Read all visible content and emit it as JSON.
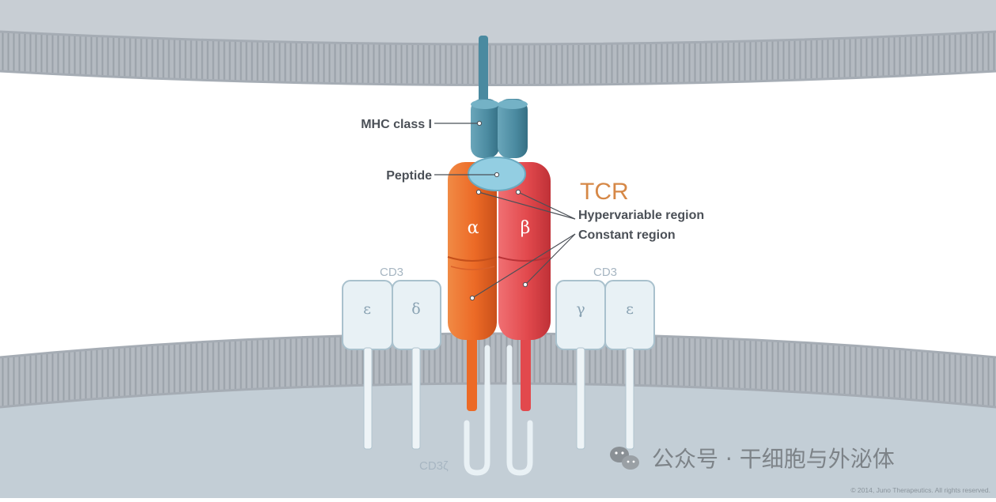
{
  "labels": {
    "mhc": "MHC class I",
    "peptide": "Peptide",
    "tcr": "TCR",
    "hypervariable": "Hypervariable region",
    "constant": "Constant region",
    "cd3_left": "CD3",
    "cd3_right": "CD3",
    "cd3zeta": "CD3ζ"
  },
  "chains": {
    "alpha": "α",
    "beta": "β",
    "cd3_epsilon_left": "ε",
    "cd3_delta": "δ",
    "cd3_gamma": "γ",
    "cd3_epsilon_right": "ε"
  },
  "watermark": "公众号 · 干细胞与外泌体",
  "copyright": "© 2014, Juno Therapeutics. All rights reserved.",
  "colors": {
    "membrane": "#b6bcc3",
    "cytoplasm": "#c5d0d8",
    "mhc": "#4a8aa0",
    "peptide": "#8fcbe0",
    "tcr_alpha": "#ec6a26",
    "tcr_beta": "#e2494d",
    "cd3": "#e8f1f5"
  }
}
